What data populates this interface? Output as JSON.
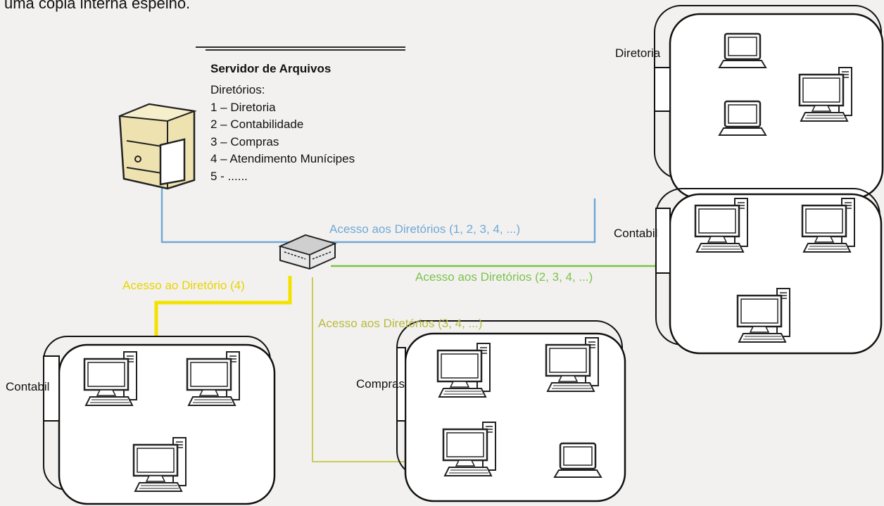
{
  "page_title": "uma cópia interna espelho.",
  "background_lines": [
    "",
    "",
    "",
    "",
    "",
    "",
    "",
    "",
    "",
    "",
    "",
    "",
    "",
    "",
    ""
  ],
  "server": {
    "title": "Servidor de Arquivos",
    "subtitle": "Diretórios:",
    "directories": [
      "1 – Diretoria",
      "2 – Contabilidade",
      "3 – Compras",
      "4 – Atendimento Munícipes",
      "5 - ......"
    ]
  },
  "connections": [
    {
      "label": "Acesso aos Diretórios (1, 2, 3, 4, ...)",
      "color": "#6fa9d6"
    },
    {
      "label": "Acesso aos Diretórios (2, 3, 4, ...)",
      "color": "#7cc24a"
    },
    {
      "label": "Acesso ao Diretório (4)",
      "color": "#f3e200"
    },
    {
      "label": "Acesso aos Diretórios (3, 4, ...)",
      "color": "#c9cc5a"
    }
  ],
  "rooms": {
    "diretoria": "Diretoria",
    "contabil_right": "Contabil",
    "contabil_left": "Contabil",
    "compras": "Compras"
  },
  "icons": [
    "file-server-icon",
    "network-switch-icon",
    "desktop-computer-icon",
    "laptop-icon"
  ]
}
